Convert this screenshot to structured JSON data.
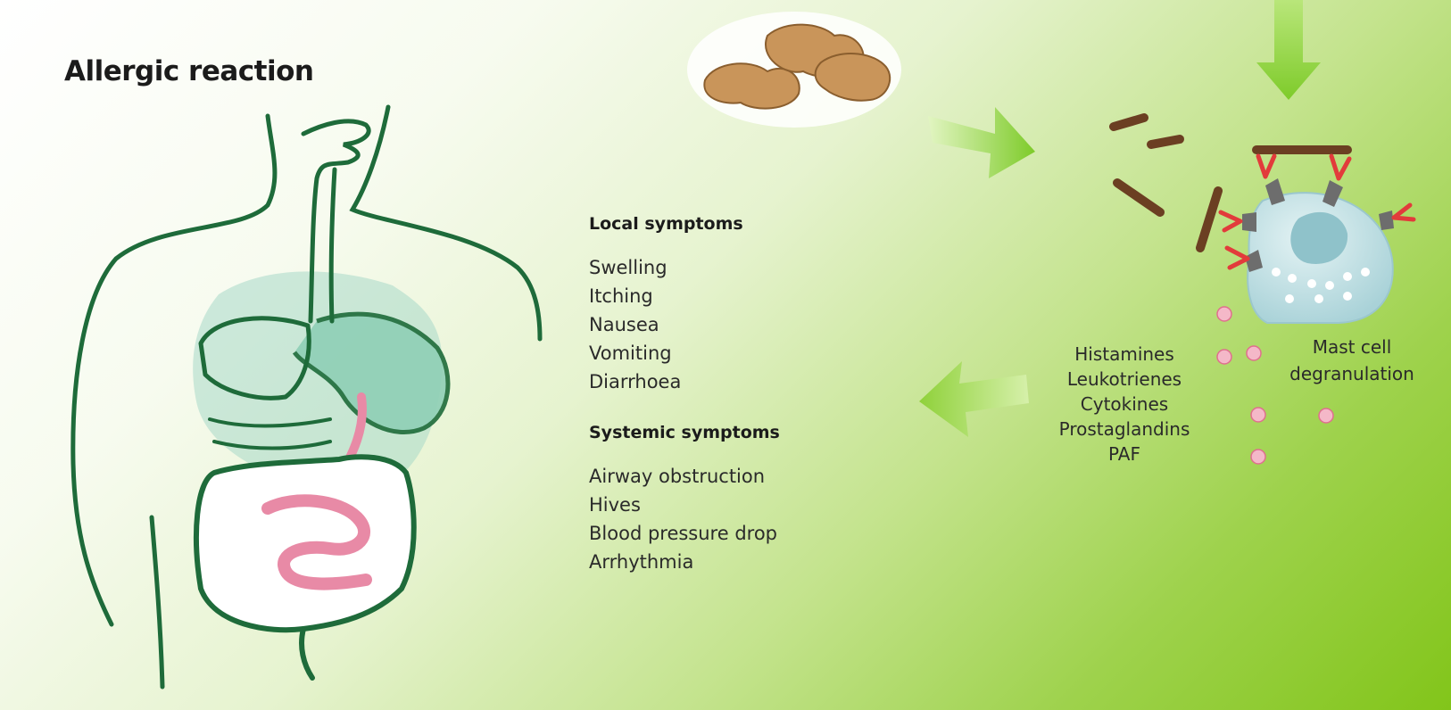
{
  "title": "Allergic reaction",
  "local_symptoms": {
    "heading": "Local symptoms",
    "items": [
      "Swelling",
      "Itching",
      "Nausea",
      "Vomiting",
      "Diarrhoea"
    ]
  },
  "systemic_symptoms": {
    "heading": "Systemic symptoms",
    "items": [
      "Airway obstruction",
      "Hives",
      "Blood pressure drop",
      "Arrhythmia"
    ]
  },
  "mediators": [
    "Histamines",
    "Leukotrienes",
    "Cytokines",
    "Prostaglandins",
    "PAF"
  ],
  "mast_cell_label": "Mast cell degranulation",
  "colors": {
    "outline": "#1e6b3a",
    "organ_fill": "#a8d8c8",
    "intestine": "#e88aa6",
    "arrow": "#8fd13a",
    "peanut": "#c9955a",
    "receptor": "#e23b3b",
    "allergen": "#7a4a2a",
    "cell": "#b5dde3"
  }
}
